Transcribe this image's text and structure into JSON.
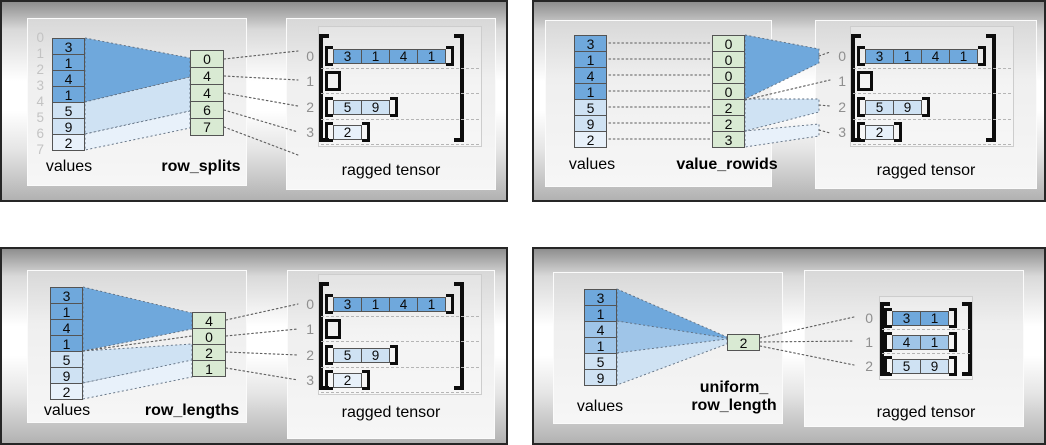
{
  "palette": {
    "blue_dark": "#6fa8dc",
    "blue_mid": "#9fc5e8",
    "blue_light": "#cfe2f3",
    "blue_pale": "#e8f1fa",
    "green": "#d9ead3"
  },
  "quadrants": {
    "q1": {
      "values": {
        "label": "values",
        "indices": [
          "0",
          "1",
          "2",
          "3",
          "4",
          "5",
          "6",
          "7"
        ],
        "cells": [
          {
            "v": "3",
            "bg": "#6fa8dc"
          },
          {
            "v": "1",
            "bg": "#6fa8dc"
          },
          {
            "v": "4",
            "bg": "#6fa8dc"
          },
          {
            "v": "1",
            "bg": "#6fa8dc"
          },
          {
            "v": "5",
            "bg": "#cfe2f3"
          },
          {
            "v": "9",
            "bg": "#cfe2f3"
          },
          {
            "v": "2",
            "bg": "#e8f1fa"
          }
        ]
      },
      "encoder": {
        "label": "row_splits",
        "cells": [
          {
            "v": "0",
            "bg": "#d9ead3"
          },
          {
            "v": "4",
            "bg": "#d9ead3"
          },
          {
            "v": "4",
            "bg": "#d9ead3"
          },
          {
            "v": "6",
            "bg": "#d9ead3"
          },
          {
            "v": "7",
            "bg": "#d9ead3"
          }
        ]
      },
      "tensor": {
        "label": "ragged tensor",
        "rows": [
          {
            "index": "0",
            "cells": [
              {
                "v": "3",
                "bg": "#6fa8dc"
              },
              {
                "v": "1",
                "bg": "#6fa8dc"
              },
              {
                "v": "4",
                "bg": "#6fa8dc"
              },
              {
                "v": "1",
                "bg": "#6fa8dc"
              }
            ]
          },
          {
            "index": "1",
            "cells": []
          },
          {
            "index": "2",
            "cells": [
              {
                "v": "5",
                "bg": "#cfe2f3"
              },
              {
                "v": "9",
                "bg": "#cfe2f3"
              }
            ]
          },
          {
            "index": "3",
            "cells": [
              {
                "v": "2",
                "bg": "#e8f1fa"
              }
            ]
          }
        ]
      }
    },
    "q2": {
      "values": {
        "label": "values",
        "cells": [
          {
            "v": "3",
            "bg": "#6fa8dc"
          },
          {
            "v": "1",
            "bg": "#6fa8dc"
          },
          {
            "v": "4",
            "bg": "#6fa8dc"
          },
          {
            "v": "1",
            "bg": "#6fa8dc"
          },
          {
            "v": "5",
            "bg": "#cfe2f3"
          },
          {
            "v": "9",
            "bg": "#cfe2f3"
          },
          {
            "v": "2",
            "bg": "#e8f1fa"
          }
        ]
      },
      "encoder": {
        "label": "value_rowids",
        "cells": [
          {
            "v": "0",
            "bg": "#d9ead3"
          },
          {
            "v": "0",
            "bg": "#d9ead3"
          },
          {
            "v": "0",
            "bg": "#d9ead3"
          },
          {
            "v": "0",
            "bg": "#d9ead3"
          },
          {
            "v": "2",
            "bg": "#d9ead3"
          },
          {
            "v": "2",
            "bg": "#d9ead3"
          },
          {
            "v": "3",
            "bg": "#d9ead3"
          }
        ]
      },
      "tensor": {
        "label": "ragged tensor",
        "rows": [
          {
            "index": "0",
            "cells": [
              {
                "v": "3",
                "bg": "#6fa8dc"
              },
              {
                "v": "1",
                "bg": "#6fa8dc"
              },
              {
                "v": "4",
                "bg": "#6fa8dc"
              },
              {
                "v": "1",
                "bg": "#6fa8dc"
              }
            ]
          },
          {
            "index": "1",
            "cells": []
          },
          {
            "index": "2",
            "cells": [
              {
                "v": "5",
                "bg": "#cfe2f3"
              },
              {
                "v": "9",
                "bg": "#cfe2f3"
              }
            ]
          },
          {
            "index": "3",
            "cells": [
              {
                "v": "2",
                "bg": "#e8f1fa"
              }
            ]
          }
        ]
      }
    },
    "q3": {
      "values": {
        "label": "values",
        "cells": [
          {
            "v": "3",
            "bg": "#6fa8dc"
          },
          {
            "v": "1",
            "bg": "#6fa8dc"
          },
          {
            "v": "4",
            "bg": "#6fa8dc"
          },
          {
            "v": "1",
            "bg": "#6fa8dc"
          },
          {
            "v": "5",
            "bg": "#cfe2f3"
          },
          {
            "v": "9",
            "bg": "#cfe2f3"
          },
          {
            "v": "2",
            "bg": "#e8f1fa"
          }
        ]
      },
      "encoder": {
        "label": "row_lengths",
        "cells": [
          {
            "v": "4",
            "bg": "#d9ead3"
          },
          {
            "v": "0",
            "bg": "#d9ead3"
          },
          {
            "v": "2",
            "bg": "#d9ead3"
          },
          {
            "v": "1",
            "bg": "#d9ead3"
          }
        ]
      },
      "tensor": {
        "label": "ragged tensor",
        "rows": [
          {
            "index": "0",
            "cells": [
              {
                "v": "3",
                "bg": "#6fa8dc"
              },
              {
                "v": "1",
                "bg": "#6fa8dc"
              },
              {
                "v": "4",
                "bg": "#6fa8dc"
              },
              {
                "v": "1",
                "bg": "#6fa8dc"
              }
            ]
          },
          {
            "index": "1",
            "cells": []
          },
          {
            "index": "2",
            "cells": [
              {
                "v": "5",
                "bg": "#cfe2f3"
              },
              {
                "v": "9",
                "bg": "#cfe2f3"
              }
            ]
          },
          {
            "index": "3",
            "cells": [
              {
                "v": "2",
                "bg": "#e8f1fa"
              }
            ]
          }
        ]
      }
    },
    "q4": {
      "values": {
        "label": "values",
        "cells": [
          {
            "v": "3",
            "bg": "#6fa8dc"
          },
          {
            "v": "1",
            "bg": "#6fa8dc"
          },
          {
            "v": "4",
            "bg": "#9fc5e8"
          },
          {
            "v": "1",
            "bg": "#9fc5e8"
          },
          {
            "v": "5",
            "bg": "#cfe2f3"
          },
          {
            "v": "9",
            "bg": "#cfe2f3"
          }
        ]
      },
      "encoder": {
        "label_line1": "uniform_",
        "label_line2": "row_length",
        "cells": [
          {
            "v": "2",
            "bg": "#d9ead3"
          }
        ]
      },
      "tensor": {
        "label": "ragged tensor",
        "rows": [
          {
            "index": "0",
            "cells": [
              {
                "v": "3",
                "bg": "#6fa8dc"
              },
              {
                "v": "1",
                "bg": "#6fa8dc"
              }
            ]
          },
          {
            "index": "1",
            "cells": [
              {
                "v": "4",
                "bg": "#9fc5e8"
              },
              {
                "v": "1",
                "bg": "#9fc5e8"
              }
            ]
          },
          {
            "index": "2",
            "cells": [
              {
                "v": "5",
                "bg": "#cfe2f3"
              },
              {
                "v": "9",
                "bg": "#cfe2f3"
              }
            ]
          }
        ]
      }
    }
  }
}
